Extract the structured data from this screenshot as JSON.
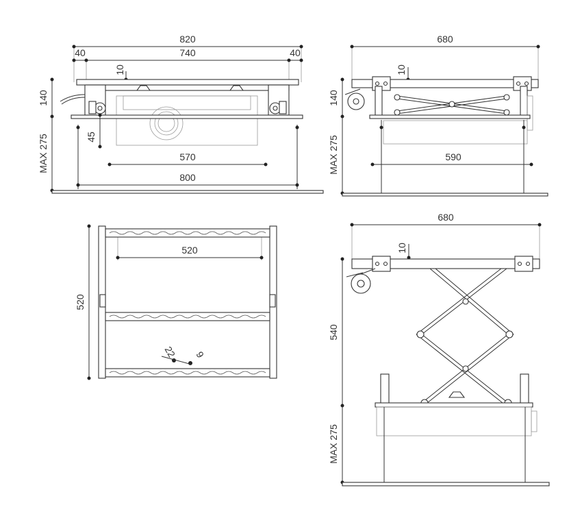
{
  "colors": {
    "line": "#333333",
    "background": "#ffffff",
    "faint": "#999999"
  },
  "front_view": {
    "overall_width": "820",
    "side_left": "40",
    "center_width": "740",
    "side_right": "40",
    "frame_height": "140",
    "bolt_offset": "10",
    "drop": "45",
    "mount_width": "570",
    "max_drop": "MAX 275",
    "bottom_width": "800"
  },
  "side_view_closed": {
    "overall_length": "680",
    "bolt_offset": "10",
    "frame_height": "140",
    "max_drop": "MAX 275",
    "mount_length": "590"
  },
  "top_view": {
    "rail_spacing": "520",
    "frame_depth": "520",
    "hole_a": "22",
    "hole_b": "9"
  },
  "side_view_open": {
    "overall_length": "680",
    "bolt_offset": "10",
    "lift_height": "540",
    "max_drop": "MAX 275"
  }
}
